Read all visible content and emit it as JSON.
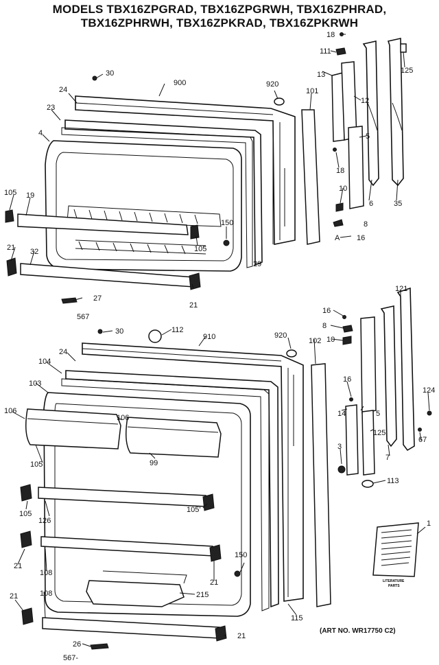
{
  "header": {
    "line1": "MODELS TBX16ZPGRAD, TBX16ZPGRWH, TBX16ZPHRAD,",
    "line2": "TBX16ZPHRWH, TBX16ZPKRAD, TBX16ZPKRWH"
  },
  "art_number": "(ART NO. WR17750 C2)",
  "literature_caption": [
    "LITERATURE",
    "PARTS"
  ],
  "labels": {
    "upper": [
      "30",
      "900",
      "920",
      "24",
      "23",
      "4",
      "105",
      "19",
      "150",
      "105",
      "29",
      "21",
      "32",
      "27",
      "567",
      "21",
      "101",
      "111",
      "18",
      "125",
      "13",
      "12",
      "18",
      "5",
      "10",
      "8",
      "A",
      "16",
      "6",
      "35"
    ],
    "lower": [
      "30",
      "112",
      "910",
      "920",
      "24",
      "104",
      "103",
      "106",
      "106",
      "105",
      "99",
      "105",
      "126",
      "105'",
      "21",
      "108",
      "150",
      "21",
      "215",
      "21",
      "108",
      "21",
      "26",
      "567-",
      "102",
      "115",
      "16",
      "8",
      "10",
      "16",
      "5",
      "14",
      "3",
      "125",
      "113",
      "121",
      "124",
      "67",
      "7",
      "1"
    ]
  }
}
